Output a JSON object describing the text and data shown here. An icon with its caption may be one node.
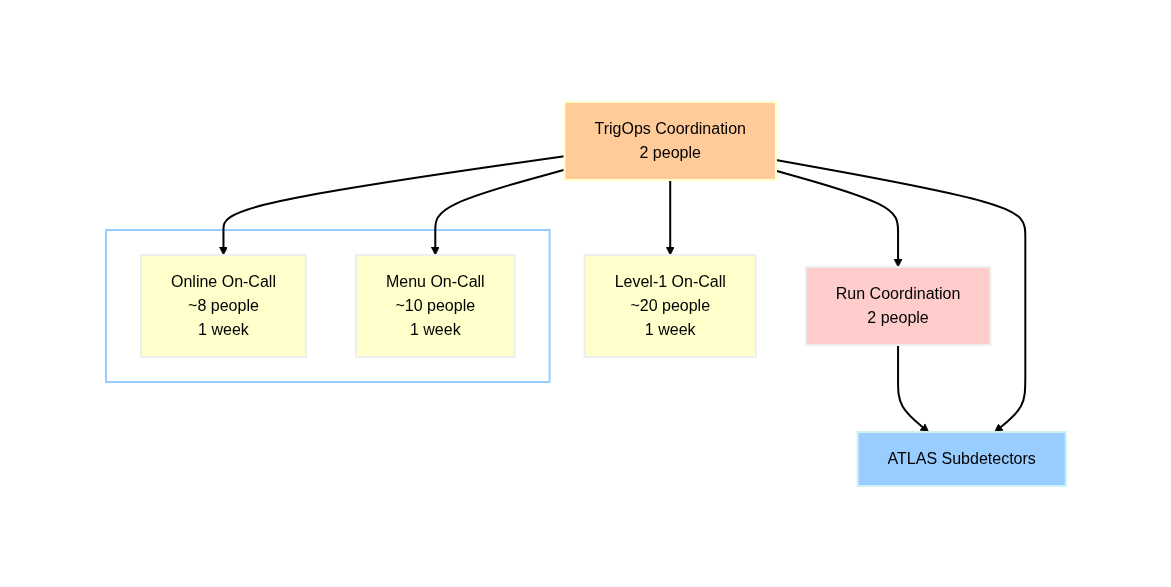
{
  "diagram": {
    "nodes": [
      {
        "text": [
          "Run Coordination",
          "2 people"
        ]
      },
      {
        "text": [
          "ATLAS Subdetectors"
        ]
      },
      {
        "text": [
          "TrigOps Coordination",
          "2 people"
        ]
      },
      {
        "text": [
          "Level-1 On-Call",
          "~20 people",
          "1 week"
        ]
      },
      {
        "text": [],
        "shape": "box"
      },
      {
        "text": [
          "Online On-Call",
          "~8 people",
          "1 week"
        ],
        "in": 4
      },
      {
        "text": [
          "Menu On-Call",
          "~10 people",
          "1 week"
        ],
        "in": 4
      }
    ],
    "edges": [
      {
        "from": 0,
        "to": 1,
        "arrow": "to"
      },
      {
        "from": 2,
        "to": 0,
        "arrow": "to"
      },
      {
        "from": 2,
        "to": 1,
        "arrow": "to"
      },
      {
        "from": 2,
        "to": 3,
        "arrow": "to"
      },
      {
        "from": 2,
        "to": 5,
        "arrow": "to"
      },
      {
        "from": 2,
        "to": 6,
        "arrow": "to"
      }
    ]
  }
}
